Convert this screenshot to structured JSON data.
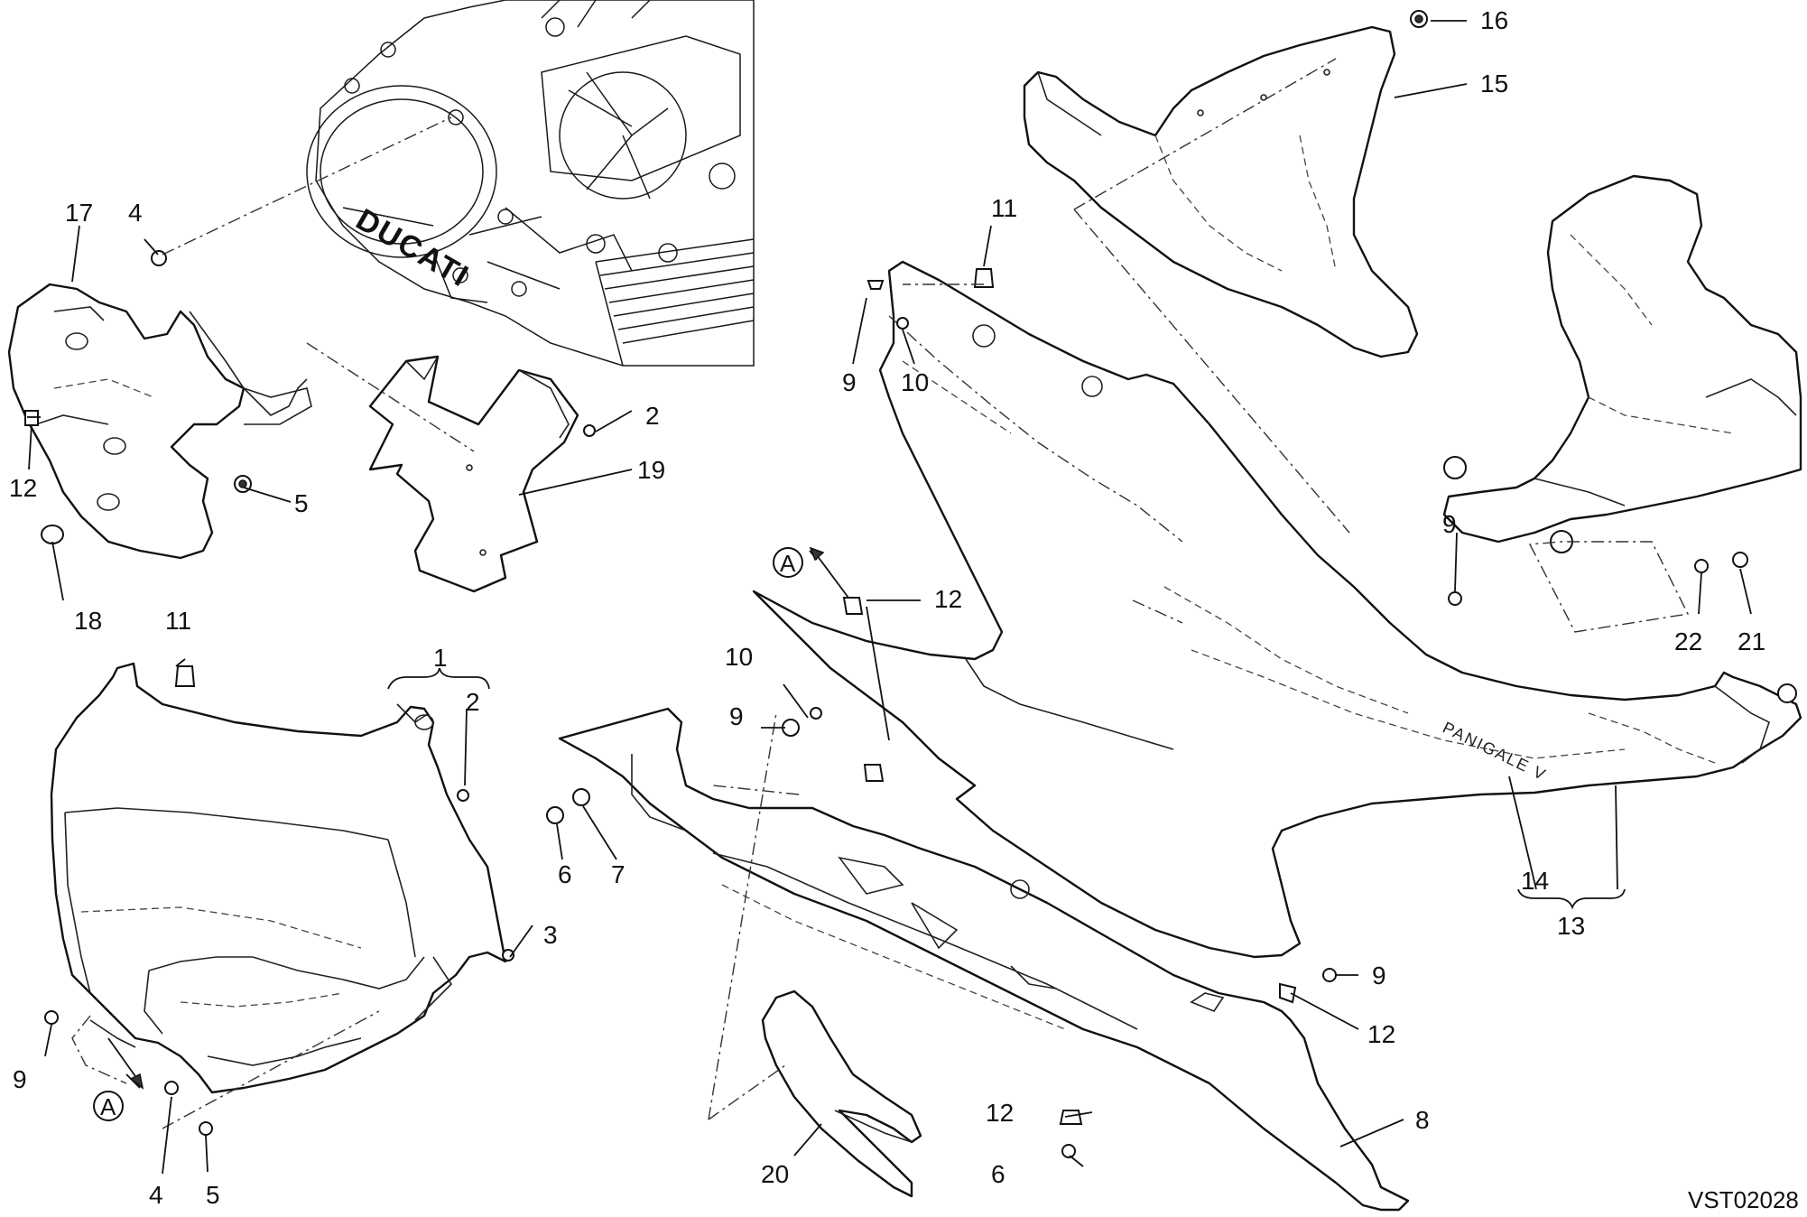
{
  "diagram": {
    "drawing_code": "VST02028",
    "brand_lettering": "DUCATI",
    "model_lettering": "PANIGALE V",
    "reference_mark": "A",
    "callouts": {
      "c1": "1",
      "c2a": "2",
      "c2b": "2",
      "c3": "3",
      "c4a": "4",
      "c4b": "4",
      "c5a": "5",
      "c5b": "5",
      "c6a": "6",
      "c6b": "6",
      "c7": "7",
      "c8": "8",
      "c9a": "9",
      "c9b": "9",
      "c9c": "9",
      "c9d": "9",
      "c9e": "9",
      "c10a": "10",
      "c10b": "10",
      "c11a": "11",
      "c11b": "11",
      "c12a": "12",
      "c12b": "12",
      "c12c": "12",
      "c12d": "12",
      "c13": "13",
      "c14": "14",
      "c15": "15",
      "c16": "16",
      "c17": "17",
      "c18": "18",
      "c19": "19",
      "c20": "20",
      "c21": "21",
      "c22": "22"
    }
  }
}
